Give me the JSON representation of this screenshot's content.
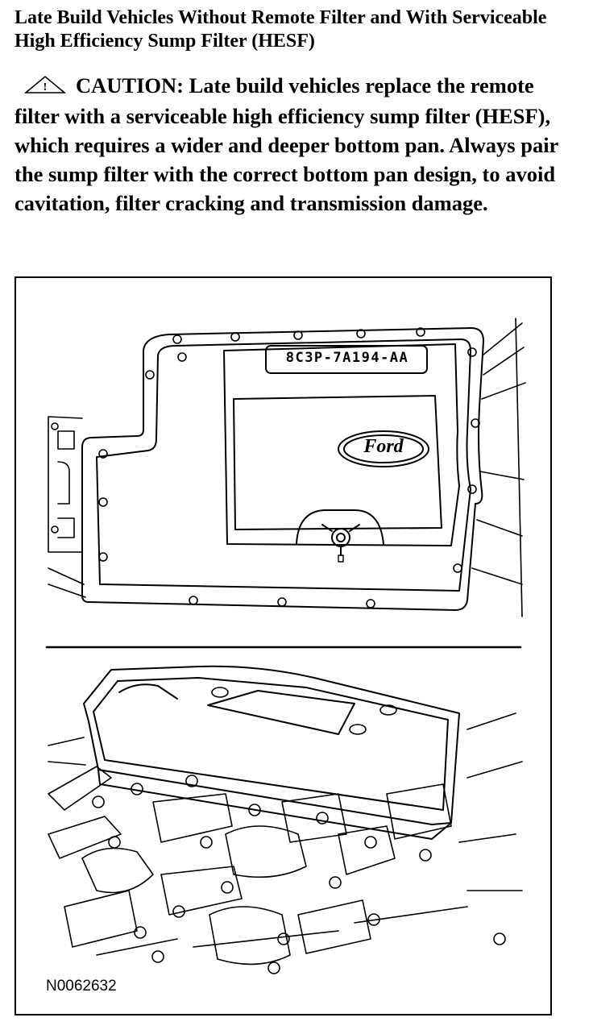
{
  "section_title": "Late Build Vehicles Without Remote Filter and With Serviceable High Efficiency Sump Filter (HESF)",
  "caution": {
    "icon": "warning-triangle-icon",
    "text": "CAUTION: Late build vehicles replace the remote filter with a serviceable high efficiency sump filter (HESF), which requires a wider and deeper bottom pan. Always pair the sump filter with the correct bottom pan design, to avoid cavitation, filter  cracking and transmission damage."
  },
  "figure": {
    "part_number": "8C3P-7A194-AA",
    "logo_text": "Ford",
    "figure_code": "N0062632"
  }
}
